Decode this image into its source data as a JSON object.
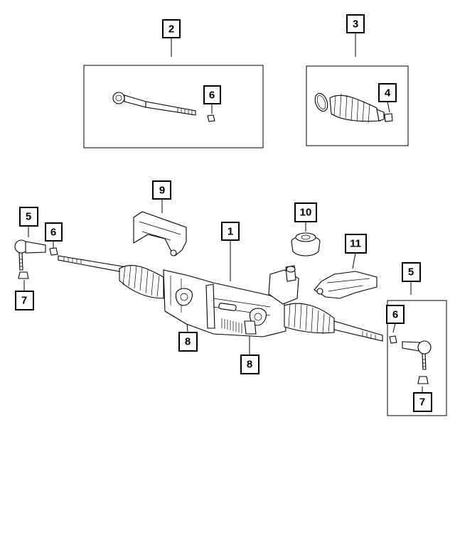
{
  "callouts": {
    "c1": "1",
    "c2": "2",
    "c3": "3",
    "c4": "4",
    "c5_left": "5",
    "c5_right": "5",
    "c6_inner": "6",
    "c6_left": "6",
    "c6_right": "6",
    "c7_left": "7",
    "c7_right": "7",
    "c8_left": "8",
    "c8_right": "8",
    "c9": "9",
    "c10": "10",
    "c11": "11"
  }
}
